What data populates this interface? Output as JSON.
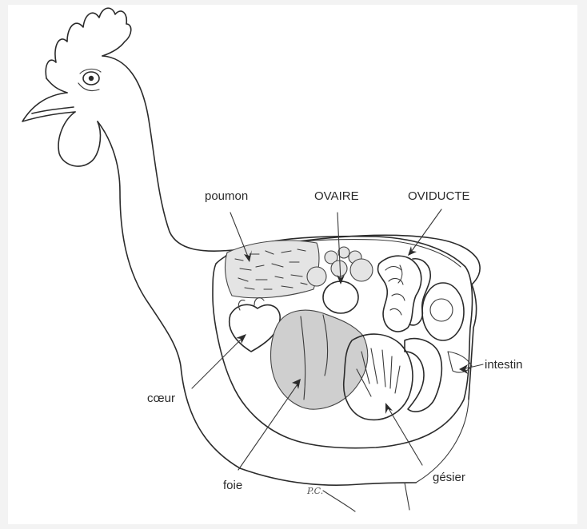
{
  "labels": {
    "poumon": "poumon",
    "ovaire": "OVAIRE",
    "oviducte": "OVIDUCTE",
    "intestin": "intestin",
    "coeur": "cœur",
    "foie": "foie",
    "gesier": "gésier",
    "signature": "P.C."
  }
}
